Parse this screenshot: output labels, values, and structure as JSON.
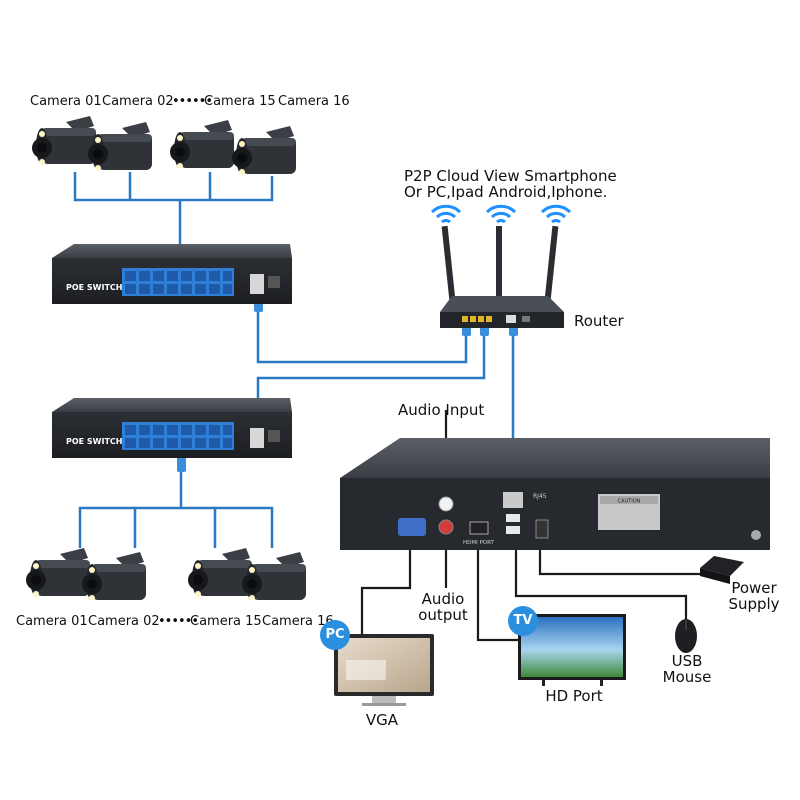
{
  "diagram": {
    "cameras_top": [
      "Camera 01",
      "Camera 02",
      "Camera 15",
      "Camera 16"
    ],
    "cameras_bottom": [
      "Camera 01",
      "Camera 02",
      "Camera 15",
      "Camera 16"
    ],
    "camera_dots": "••••••",
    "poe_switch_label": "POE SWITCH",
    "p2p_line1": "P2P Cloud View Smartphone",
    "p2p_line2": "Or PC,Ipad Android,Iphone.",
    "router_label": "Router",
    "audio_input_label": "Audio Input",
    "audio_output_line1": "Audio",
    "audio_output_line2": "output",
    "nvr_port_rj45": "RJ45",
    "nvr_port_hdmi": "HDMI PORT",
    "nvr_caution": "CAUTION",
    "power_supply_line1": "Power",
    "power_supply_line2": "Supply",
    "usb_mouse_line1": "USB",
    "usb_mouse_line2": "Mouse",
    "pc_badge": "PC",
    "tv_badge": "TV",
    "vga_label": "VGA",
    "hd_port_label": "HD Port"
  },
  "colors": {
    "cable": "#2a79c4",
    "black_cable": "#1a1a1a",
    "device_dark": "#2f3338",
    "port_blue": "#2f7fd6",
    "wifi_blue": "#1e90ff",
    "badge_blue": "#2b8fe0"
  }
}
